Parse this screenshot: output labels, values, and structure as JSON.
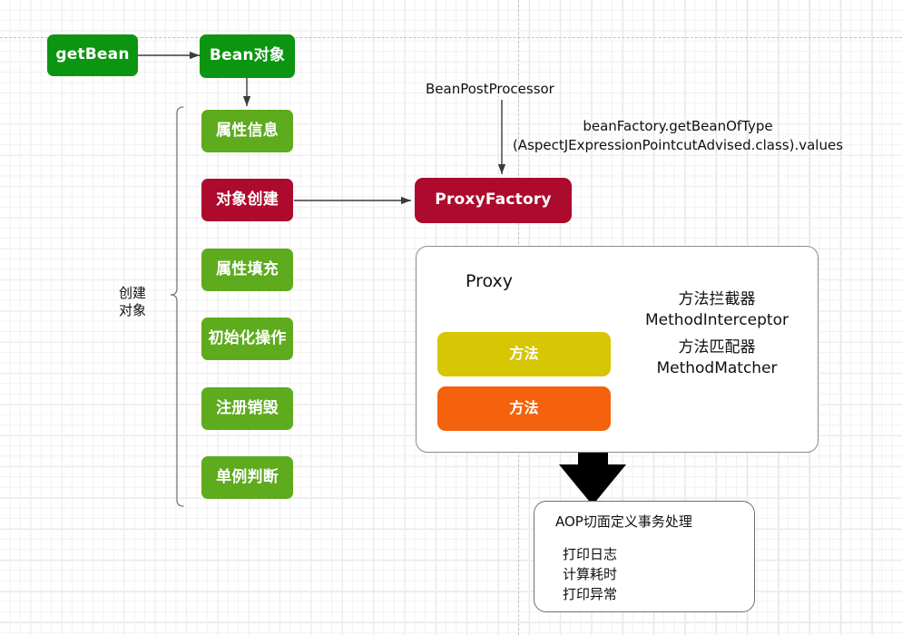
{
  "diagram": {
    "title": "Spring Bean 创建与 AOP 代理流程图",
    "background": {
      "type": "graph-paper",
      "grid_color": "#f1f1f1",
      "major_grid_color": "#dcdcdc",
      "guide_color": "#b9c3cf"
    },
    "colors": {
      "green_dark": "#0b9510",
      "green_light": "#5eab1e",
      "crimson": "#ad0b2e",
      "yellow": "#d6c603",
      "orange": "#f4620d",
      "arrow": "#3a3a3a",
      "big_arrow": "#000000",
      "panel_border": "#8c8c8c"
    },
    "nodes": {
      "get_bean": "getBean",
      "bean_object": "Bean对象",
      "attr_info": "属性信息",
      "object_create": "对象创建",
      "attr_fill": "属性填充",
      "init_operation": "初始化操作",
      "register_destroy": "注册销毁",
      "singleton_check": "单例判断",
      "proxy_factory": "ProxyFactory",
      "method_yellow": "方法",
      "method_orange": "方法"
    },
    "labels": {
      "create_object_brace": "创建\n对象",
      "bean_post_processor": "BeanPostProcessor",
      "bean_factory_line1": "beanFactory.getBeanOfType",
      "bean_factory_line2": "(AspectJExpressionPointcutAdvised.class).values",
      "proxy_title": "Proxy",
      "method_interceptor_cn": "方法拦截器",
      "method_interceptor_en": "MethodInterceptor",
      "method_matcher_cn": "方法匹配器",
      "method_matcher_en": "MethodMatcher",
      "aop_title": "AOP切面定义事务处理",
      "aop_item1": "打印日志",
      "aop_item2": "计算耗时",
      "aop_item3": "打印异常"
    }
  }
}
